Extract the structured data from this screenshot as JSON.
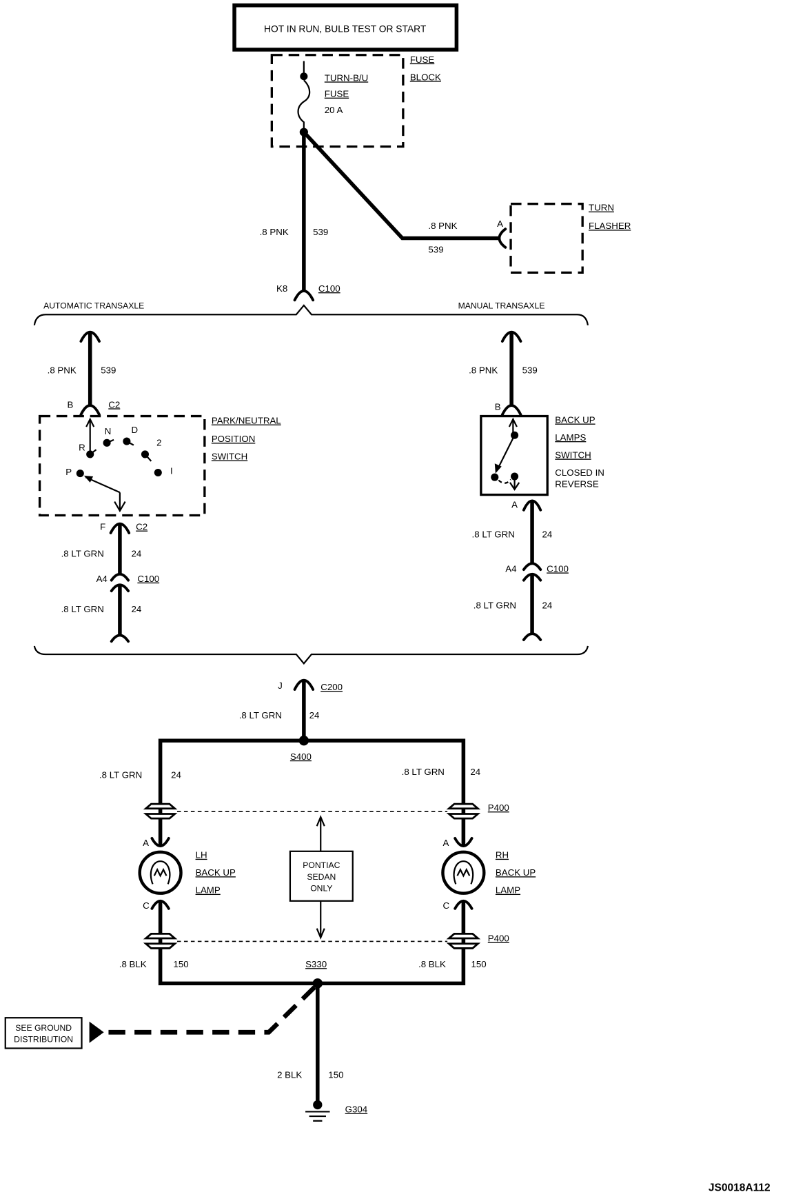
{
  "power_source": "HOT IN RUN, BULB TEST OR START",
  "fuse_block": {
    "label": [
      "FUSE",
      "BLOCK"
    ],
    "fuse_name": "TURN-B/U",
    "fuse_word": "FUSE",
    "fuse_rating": "20 A"
  },
  "feed_wire": {
    "size": ".8 PNK",
    "circuit": "539"
  },
  "flasher_wire": {
    "size": ".8 PNK",
    "circuit": "539"
  },
  "turn_flasher": {
    "label": [
      "TURN",
      "FLASHER"
    ],
    "pin": "A"
  },
  "c100_feed": {
    "pin": "K8",
    "connector": "C100"
  },
  "transaxle": {
    "automatic": "AUTOMATIC TRANSAXLE",
    "manual": "MANUAL TRANSAXLE"
  },
  "automatic": {
    "feed_wire": {
      "size": ".8 PNK",
      "circuit": "539"
    },
    "switch_in": {
      "pin": "B",
      "connector": "C2"
    },
    "switch": {
      "label": [
        "PARK/NEUTRAL",
        "POSITION",
        "SWITCH"
      ],
      "positions": [
        "P",
        "R",
        "N",
        "D",
        "2",
        "I"
      ]
    },
    "switch_out": {
      "pin": "F",
      "connector": "C2"
    },
    "wire_upper": {
      "size": ".8 LT GRN",
      "circuit": "24"
    },
    "inline": {
      "pin": "A4",
      "connector": "C100"
    },
    "wire_lower": {
      "size": ".8 LT GRN",
      "circuit": "24"
    }
  },
  "manual": {
    "feed_wire": {
      "size": ".8 PNK",
      "circuit": "539"
    },
    "switch_in": {
      "pin": "B"
    },
    "switch": {
      "label": [
        "BACK UP",
        "LAMPS",
        "SWITCH",
        "CLOSED IN",
        "REVERSE"
      ]
    },
    "switch_out": {
      "pin": "A"
    },
    "wire_upper": {
      "size": ".8 LT GRN",
      "circuit": "24"
    },
    "inline": {
      "pin": "A4",
      "connector": "C100"
    },
    "wire_lower": {
      "size": ".8 LT GRN",
      "circuit": "24"
    }
  },
  "c200": {
    "pin": "J",
    "connector": "C200",
    "wire_size": ".8 LT GRN",
    "circuit": "24"
  },
  "s400": "S400",
  "lh_feed_wire": {
    "size": ".8 LT GRN",
    "circuit": "24"
  },
  "rh_feed_wire": {
    "size": ".8 LT GRN",
    "circuit": "24"
  },
  "p400": "P400",
  "lh_lamp": {
    "label": [
      "LH",
      "BACK UP",
      "LAMP"
    ],
    "pin_a": "A",
    "pin_c": "C"
  },
  "rh_lamp": {
    "label": [
      "RH",
      "BACK UP",
      "LAMP"
    ],
    "pin_a": "A",
    "pin_c": "C"
  },
  "note": [
    "PONTIAC",
    "SEDAN",
    "ONLY"
  ],
  "lh_ground_wire": {
    "size": ".8 BLK",
    "circuit": "150"
  },
  "rh_ground_wire": {
    "size": ".8 BLK",
    "circuit": "150"
  },
  "s330": "S330",
  "ground_reference": [
    "SEE GROUND",
    "DISTRIBUTION"
  ],
  "ground_wire": {
    "size": "2 BLK",
    "circuit": "150"
  },
  "ground": "G304",
  "figure_id": "JS0018A112"
}
